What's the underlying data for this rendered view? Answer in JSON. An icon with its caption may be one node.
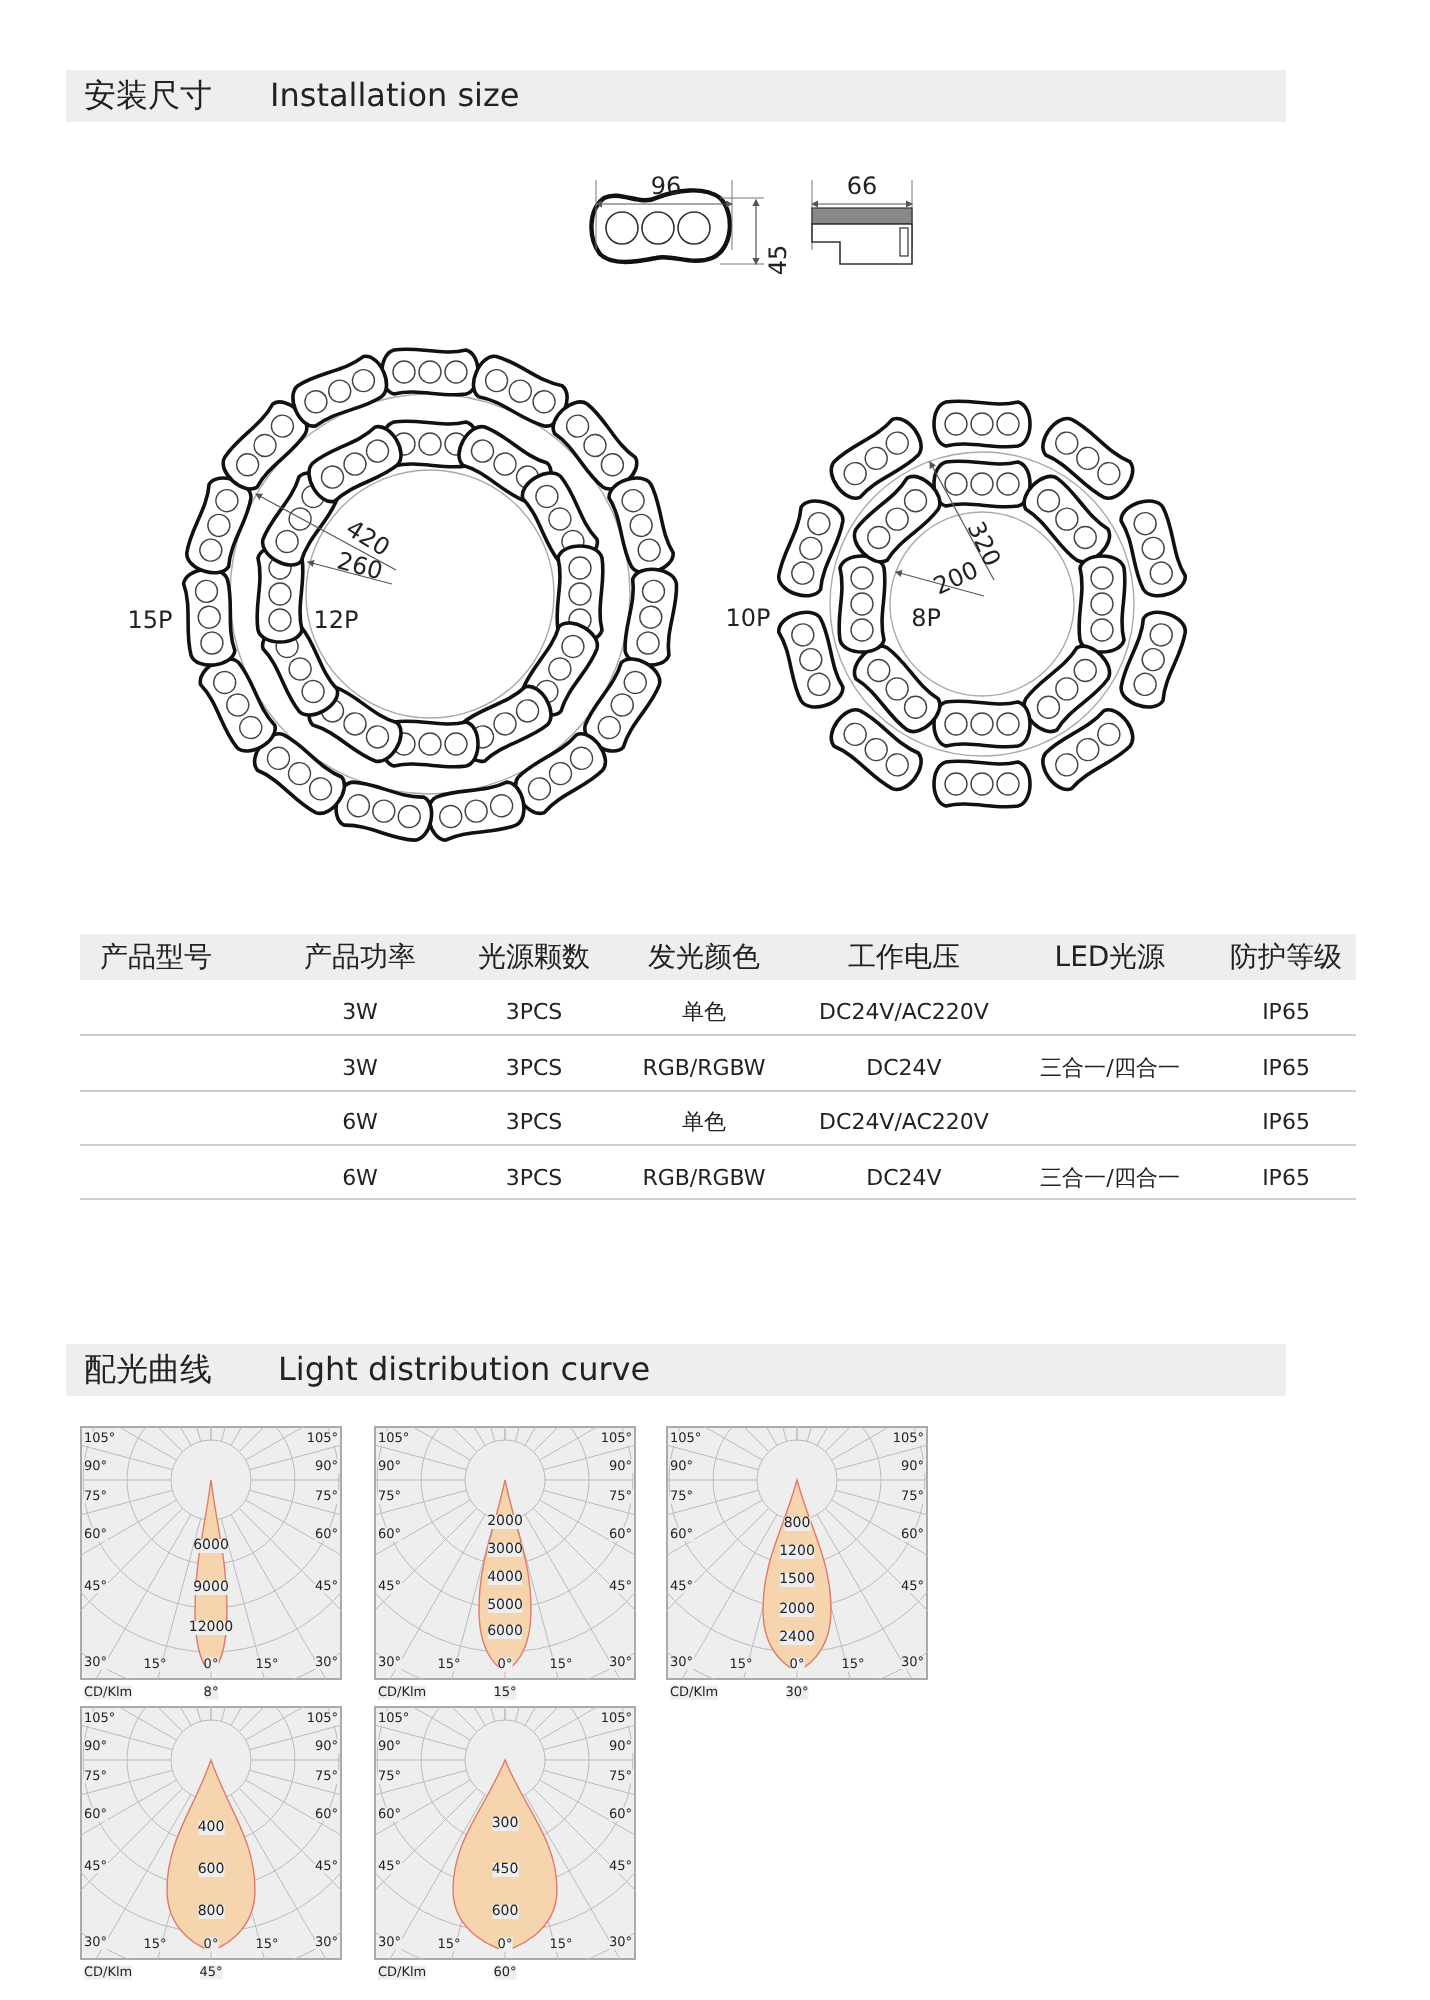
{
  "diagram": {
    "labels": [
      "安装尺寸",
      "Installation size",
      "96",
      "45",
      "66",
      "420",
      "260",
      "15P",
      "12P",
      "10P",
      "320",
      "200",
      "8P",
      "产品型号",
      "产品功率",
      "光源颗数",
      "发光颜色",
      "工作电压",
      "LED光源",
      "防护等级",
      "3W",
      "3PCS",
      "单色",
      "DC24V/AC220V",
      "IP65",
      "3W",
      "3PCS",
      "RGB/RGBW",
      "DC24V",
      "三合一/四合一",
      "IP65",
      "6W",
      "3PCS",
      "单色",
      "DC24V/AC220V",
      "IP65",
      "6W",
      "3PCS",
      "RGB/RGBW",
      "DC24V",
      "三合一/四合一",
      "IP65",
      "配光曲线",
      "Light distribution curve",
      "105°",
      "105°",
      "90°",
      "90°",
      "75°",
      "75°",
      "60°",
      "60°",
      "45°",
      "45°",
      "6000",
      "9000",
      "12000",
      "30°",
      "15°",
      "0°",
      "15°",
      "30°",
      "CD/Klm",
      "8°",
      "105°",
      "105°",
      "90°",
      "90°",
      "75°",
      "75°",
      "60°",
      "60°",
      "45°",
      "45°",
      "2000",
      "3000",
      "4000",
      "5000",
      "6000",
      "30°",
      "15°",
      "0°",
      "15°",
      "30°",
      "CD/Klm",
      "15°",
      "105°",
      "105°",
      "90°",
      "90°",
      "75°",
      "75°",
      "60°",
      "60°",
      "45°",
      "45°",
      "800",
      "1200",
      "1500",
      "2000",
      "2400",
      "30°",
      "15°",
      "0°",
      "15°",
      "30°",
      "CD/Klm",
      "30°",
      "105°",
      "105°",
      "90°",
      "90°",
      "75°",
      "75°",
      "60°",
      "60°",
      "45°",
      "45°",
      "400",
      "600",
      "800",
      "30°",
      "15°",
      "0°",
      "15°",
      "30°",
      "CD/Klm",
      "45°",
      "105°",
      "105°",
      "90°",
      "90°",
      "75°",
      "75°",
      "60°",
      "60°",
      "45°",
      "45°",
      "300",
      "450",
      "600",
      "30°",
      "15°",
      "0°",
      "15°",
      "30°",
      "CD/Klm",
      "60°"
    ]
  }
}
